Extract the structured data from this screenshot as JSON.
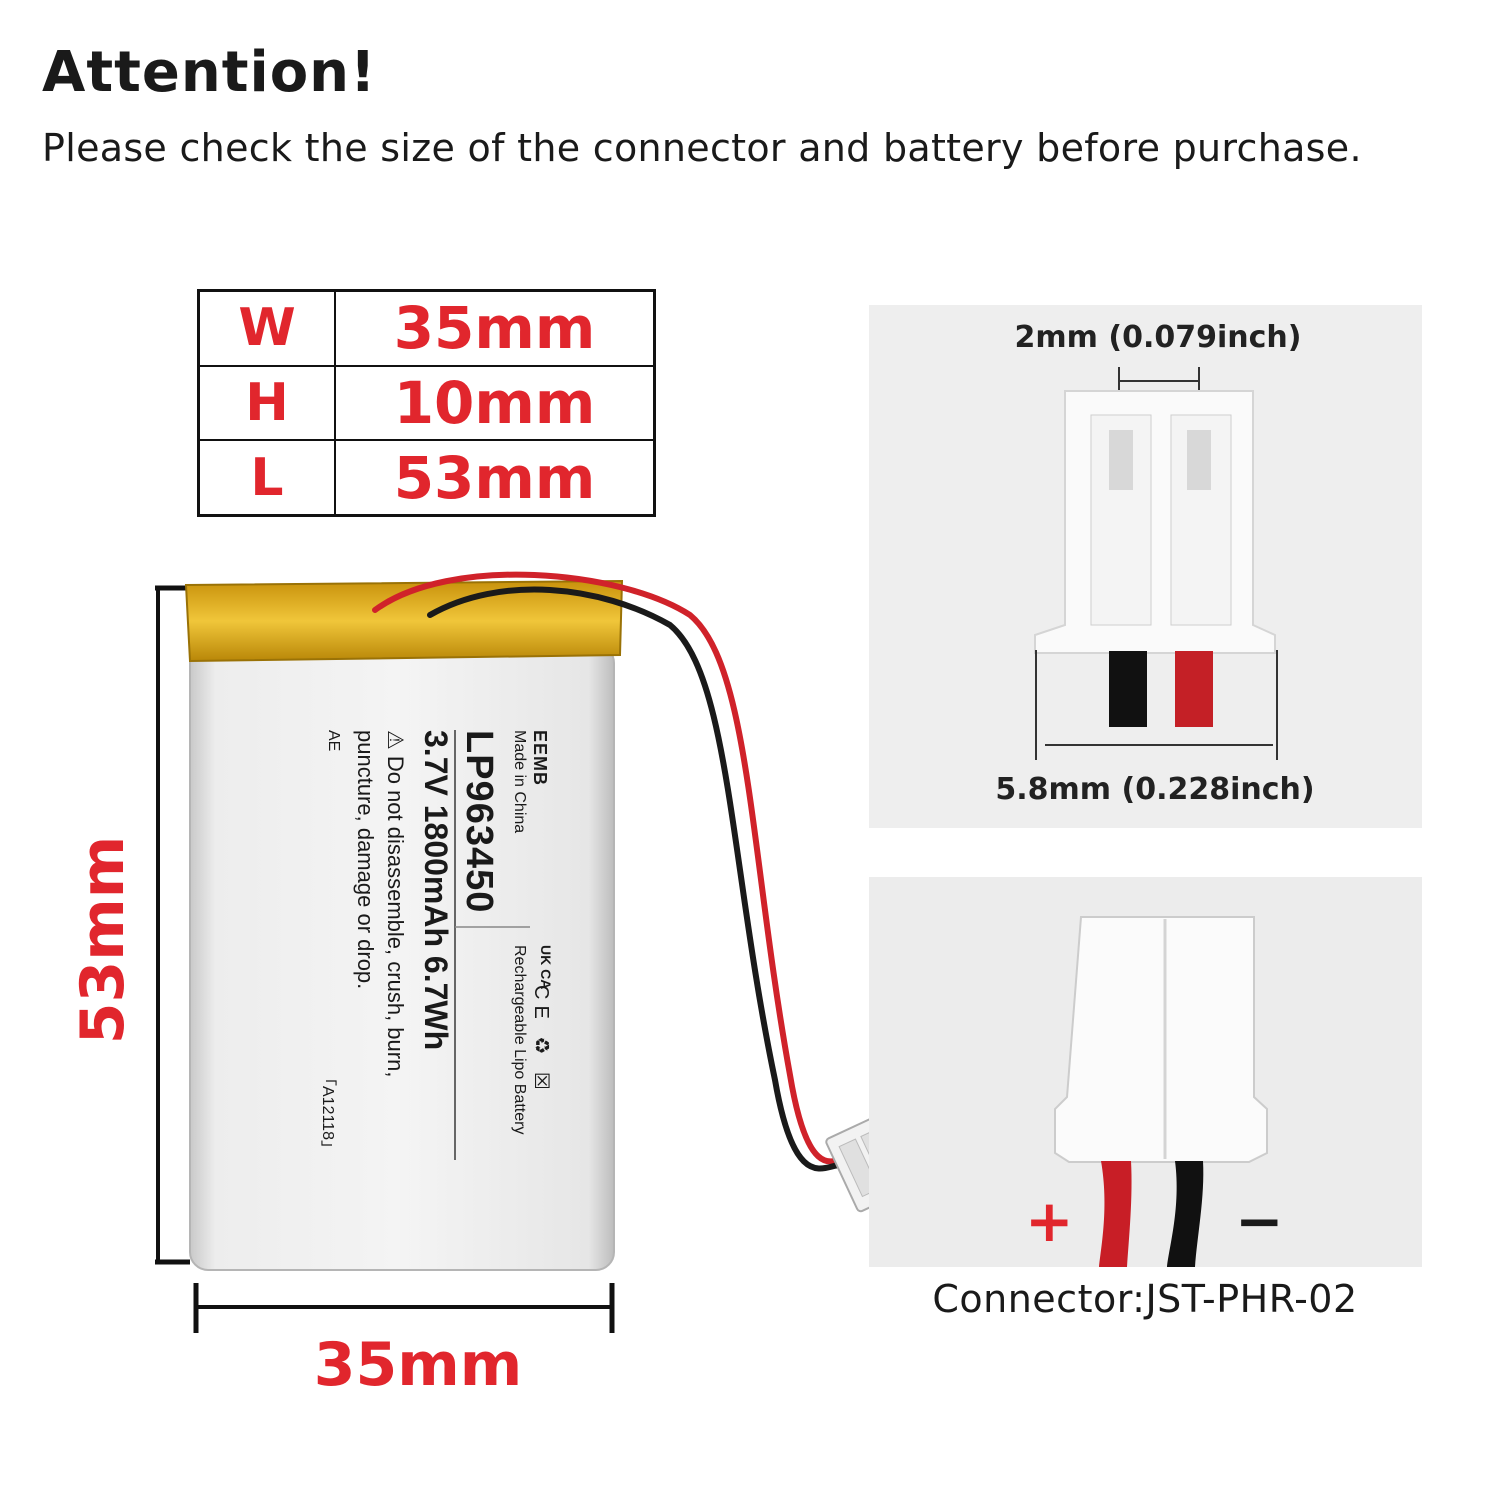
{
  "header": {
    "title": "Attention!",
    "subtitle": "Please check the size of the connector and battery before purchase."
  },
  "dimensions_table": {
    "rows": [
      {
        "key": "W",
        "value": "35mm"
      },
      {
        "key": "H",
        "value": "10mm"
      },
      {
        "key": "L",
        "value": "53mm"
      }
    ]
  },
  "battery": {
    "height_label": "53mm",
    "width_label": "35mm",
    "label": {
      "brand": "EEMB",
      "made_in": "Made in China",
      "model": "LP963450",
      "spec": "3.7V  1800mAh  6.7Wh",
      "warning_line1": "⚠ Do not disassemble, crush, burn,",
      "warning_line2": "puncture, damage or drop.",
      "ae": "AE",
      "code": "「A12118」",
      "rechargeable": "Rechargeable Lipo Battery",
      "ukca": "UK CA",
      "marks": "CE ♻ ☒"
    }
  },
  "connector": {
    "pitch_label": "2mm (0.079inch)",
    "width_label": "5.8mm (0.228inch)",
    "plus": "+",
    "minus": "−",
    "name": "Connector:JST-PHR-02"
  },
  "colors": {
    "accent_red": "#e1262d",
    "tape_yellow": "#e0b21e",
    "panel_gray": "#eeeeee"
  }
}
